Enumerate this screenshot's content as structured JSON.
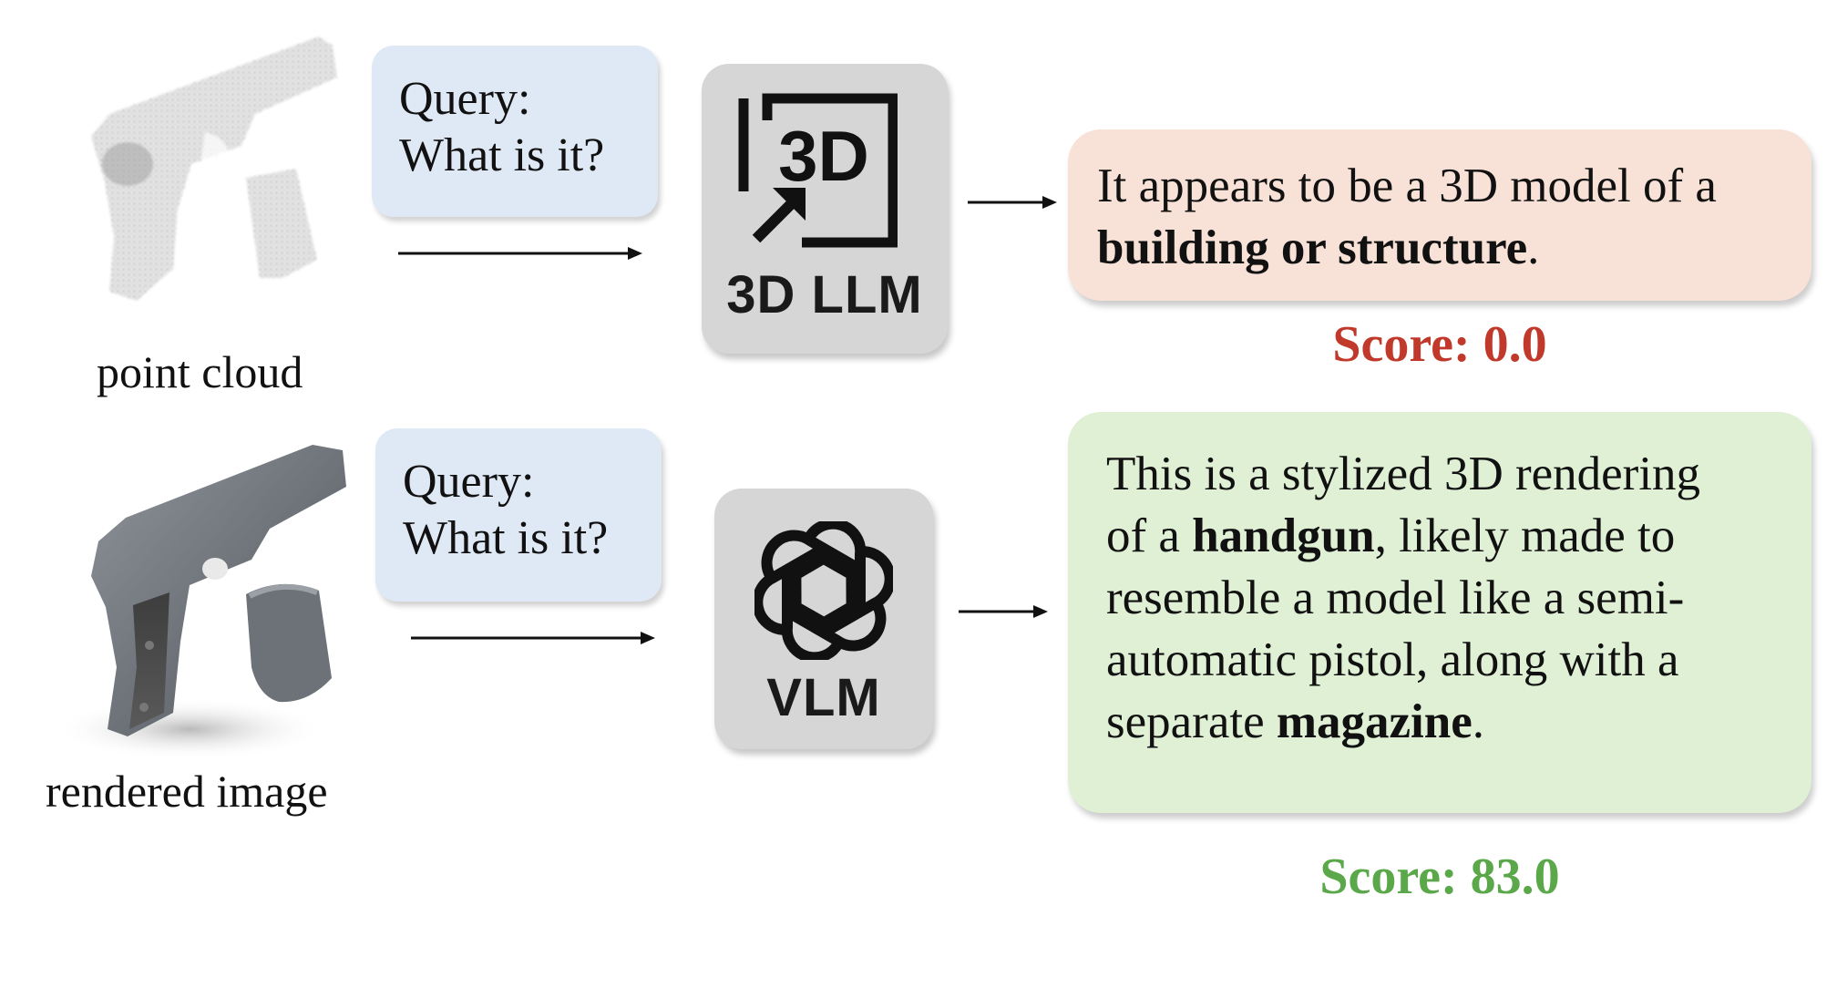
{
  "row_top": {
    "input_caption": "point cloud",
    "query_line1": "Query:",
    "query_line2": "What is it?",
    "model_logo_text": "3D",
    "model_label": "3D LLM",
    "answer": {
      "line1": "It appears to be a 3D model of a",
      "line2_bold": "building or structure",
      "line2_end": "."
    },
    "score": "Score: 0.0",
    "score_color": "#c0392b",
    "answer_bg": "#f8e1d6"
  },
  "row_bottom": {
    "input_caption": "rendered image",
    "query_line1": "Query:",
    "query_line2": "What is it?",
    "model_label": "VLM",
    "model_logo_icon": "openai-logo-icon",
    "answer": {
      "line1": "This is a stylized 3D rendering",
      "line2_pre": "of a ",
      "line2_bold": "handgun",
      "line2_post": ", likely made to",
      "line3": "resemble a model like a semi-",
      "line4": "automatic pistol, along with a",
      "line5_pre": "separate ",
      "line5_bold": "magazine",
      "line5_post": "."
    },
    "score": "Score: 83.0",
    "score_color": "#5aa84a",
    "answer_bg": "#dff0d5"
  },
  "colors": {
    "query_bg": "#dfe8f5",
    "model_bg": "#d6d6d6"
  }
}
